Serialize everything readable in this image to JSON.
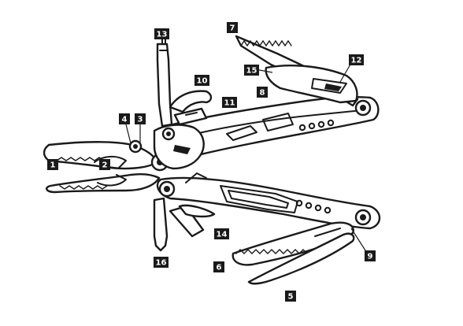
{
  "diagram": {
    "callouts": [
      {
        "id": "c1",
        "label": "1"
      },
      {
        "id": "c2",
        "label": "2"
      },
      {
        "id": "c3",
        "label": "3"
      },
      {
        "id": "c4",
        "label": "4"
      },
      {
        "id": "c5",
        "label": "5"
      },
      {
        "id": "c6",
        "label": "6"
      },
      {
        "id": "c7",
        "label": "7"
      },
      {
        "id": "c8",
        "label": "8"
      },
      {
        "id": "c9",
        "label": "9"
      },
      {
        "id": "c10",
        "label": "10"
      },
      {
        "id": "c11",
        "label": "11"
      },
      {
        "id": "c12",
        "label": "12"
      },
      {
        "id": "c13",
        "label": "13"
      },
      {
        "id": "c14",
        "label": "14"
      },
      {
        "id": "c15",
        "label": "15"
      },
      {
        "id": "c16",
        "label": "16"
      }
    ],
    "line_color": "#1a1a1a",
    "label_box_color": "#1a1a1a",
    "label_text_color": "#ffffff"
  }
}
